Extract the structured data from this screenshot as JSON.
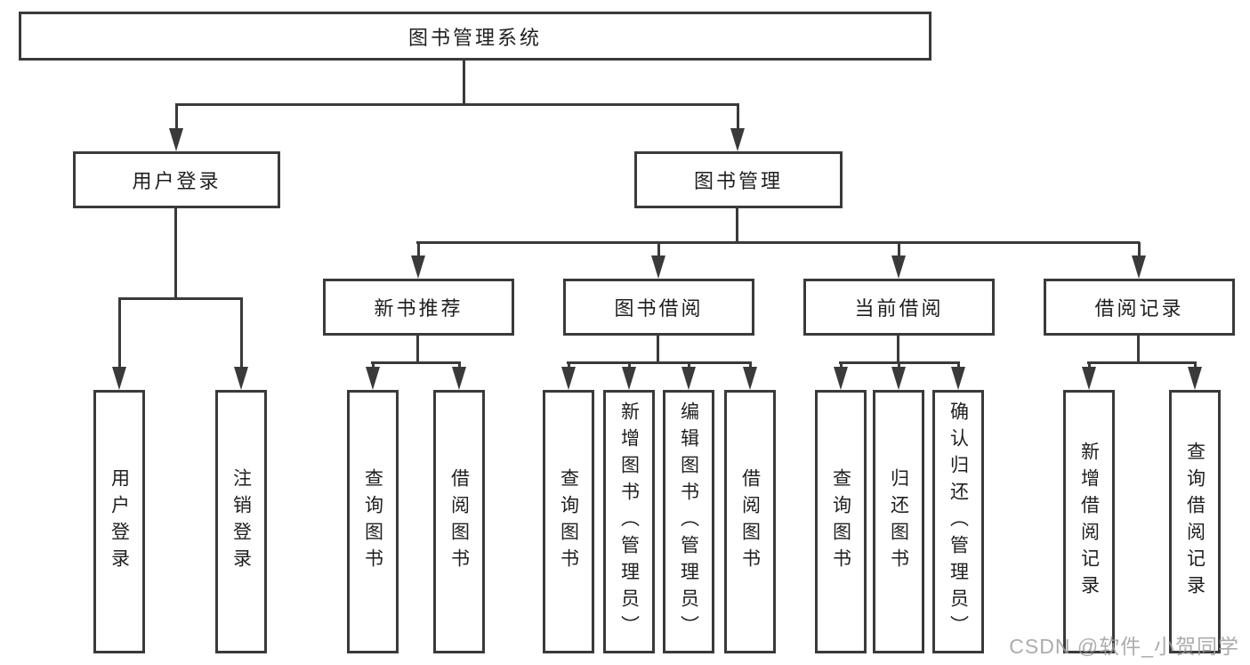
{
  "diagram_type": "hierarchy-tree",
  "tree": {
    "root": {
      "label": "图书管理系统",
      "children": [
        {
          "label": "用户登录",
          "children": [
            {
              "label": "用户登录"
            },
            {
              "label": "注销登录"
            }
          ]
        },
        {
          "label": "图书管理",
          "children": [
            {
              "label": "新书推荐",
              "children": [
                {
                  "label": "查询图书"
                },
                {
                  "label": "借阅图书"
                }
              ]
            },
            {
              "label": "图书借阅",
              "children": [
                {
                  "label": "查询图书"
                },
                {
                  "label": "新增图书（管理员）"
                },
                {
                  "label": "编辑图书（管理员）"
                },
                {
                  "label": "借阅图书"
                }
              ]
            },
            {
              "label": "当前借阅",
              "children": [
                {
                  "label": "查询图书"
                },
                {
                  "label": "归还图书"
                },
                {
                  "label": "确认归还（管理员）"
                }
              ]
            },
            {
              "label": "借阅记录",
              "children": [
                {
                  "label": "新增借阅记录"
                },
                {
                  "label": "查询借阅记录"
                }
              ]
            }
          ]
        }
      ]
    }
  },
  "watermark": {
    "text": "CSDN @软件_小贺同学",
    "color": "#9e9e9e"
  },
  "colors": {
    "line": "#3a3a3a",
    "text": "#1f1f1f",
    "background": "#ffffff"
  }
}
